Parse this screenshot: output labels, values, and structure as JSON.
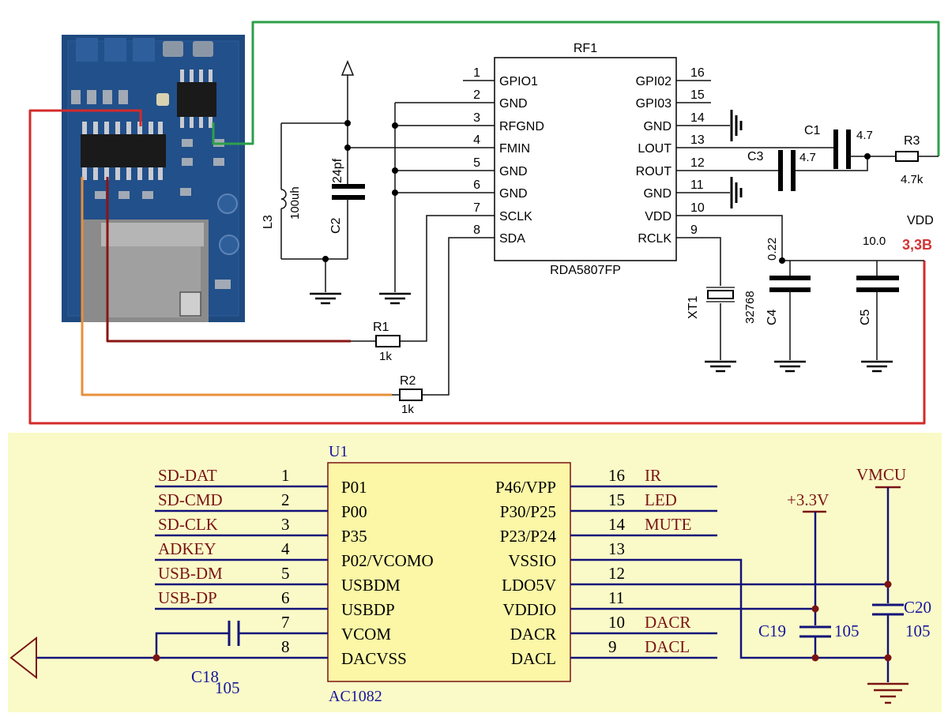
{
  "colors": {
    "bottom_panel_bg": "#fafac8",
    "red_wire": "#d42a2a",
    "dark_red_wire": "#8a1515",
    "orange_wire": "#e8903a",
    "green_wire": "#2da04a",
    "pcb_blue": "#1e4a80",
    "chip_yellow": "#fbf7a6",
    "navy_pin_line": "#13137a",
    "dark_red_text": "#7a1414",
    "blue_text": "#15159c",
    "vdd_red": "#d43434"
  },
  "top": {
    "photo": "mp3-decoder-board-photo",
    "chip": {
      "ref": "RF1",
      "part": "RDA5807FP",
      "left_pins": [
        {
          "num": "1",
          "name": "GPIO1"
        },
        {
          "num": "2",
          "name": "GND"
        },
        {
          "num": "3",
          "name": "RFGND"
        },
        {
          "num": "4",
          "name": "FMIN"
        },
        {
          "num": "5",
          "name": "GND"
        },
        {
          "num": "6",
          "name": "GND"
        },
        {
          "num": "7",
          "name": "SCLK"
        },
        {
          "num": "8",
          "name": "SDA"
        }
      ],
      "right_pins": [
        {
          "num": "16",
          "name": "GPI02"
        },
        {
          "num": "15",
          "name": "GPI03"
        },
        {
          "num": "14",
          "name": "GND"
        },
        {
          "num": "13",
          "name": "LOUT"
        },
        {
          "num": "12",
          "name": "ROUT"
        },
        {
          "num": "11",
          "name": "GND"
        },
        {
          "num": "10",
          "name": "VDD"
        },
        {
          "num": "9",
          "name": "RCLK"
        }
      ]
    },
    "L3": {
      "ref": "L3",
      "value": "100uh"
    },
    "C2": {
      "ref": "C2",
      "value": "24pf"
    },
    "C1": {
      "ref": "C1",
      "value": "4.7"
    },
    "C3": {
      "ref": "C3",
      "value": "4.7"
    },
    "R3": {
      "ref": "R3",
      "value": "4.7k"
    },
    "R1": {
      "ref": "R1",
      "value": "1k"
    },
    "R2": {
      "ref": "R2",
      "value": "1k"
    },
    "XT1": {
      "ref": "XT1",
      "value": "32768"
    },
    "C4": {
      "ref": "C4",
      "value": "0.22"
    },
    "C5": {
      "ref": "C5",
      "value": "10.0"
    },
    "vdd_label": "VDD",
    "vdd_value": "3,3B"
  },
  "bottom": {
    "chip": {
      "ref": "U1",
      "part": "AC1082",
      "left_pins": [
        {
          "num": "1",
          "name": "P01",
          "net": "SD-DAT"
        },
        {
          "num": "2",
          "name": "P00",
          "net": "SD-CMD"
        },
        {
          "num": "3",
          "name": "P35",
          "net": "SD-CLK"
        },
        {
          "num": "4",
          "name": "P02/VCOMO",
          "net": "ADKEY"
        },
        {
          "num": "5",
          "name": "USBDM",
          "net": "USB-DM"
        },
        {
          "num": "6",
          "name": "USBDP",
          "net": "USB-DP"
        },
        {
          "num": "7",
          "name": "VCOM",
          "net": ""
        },
        {
          "num": "8",
          "name": "DACVSS",
          "net": ""
        }
      ],
      "right_pins": [
        {
          "num": "16",
          "name": "P46/VPP",
          "net": "IR"
        },
        {
          "num": "15",
          "name": "P30/P25",
          "net": "LED"
        },
        {
          "num": "14",
          "name": "P23/P24",
          "net": "MUTE"
        },
        {
          "num": "13",
          "name": "VSSIO",
          "net": ""
        },
        {
          "num": "12",
          "name": "LDO5V",
          "net": ""
        },
        {
          "num": "11",
          "name": "VDDIO",
          "net": ""
        },
        {
          "num": "10",
          "name": "DACR",
          "net": "DACR"
        },
        {
          "num": "9",
          "name": "DACL",
          "net": "DACL"
        }
      ]
    },
    "C18": {
      "ref": "C18",
      "value": "105"
    },
    "C19": {
      "ref": "C19",
      "value": "105"
    },
    "C20": {
      "ref": "C20",
      "value": "105"
    },
    "plus33": "+3.3V",
    "vmcu": "VMCU"
  }
}
